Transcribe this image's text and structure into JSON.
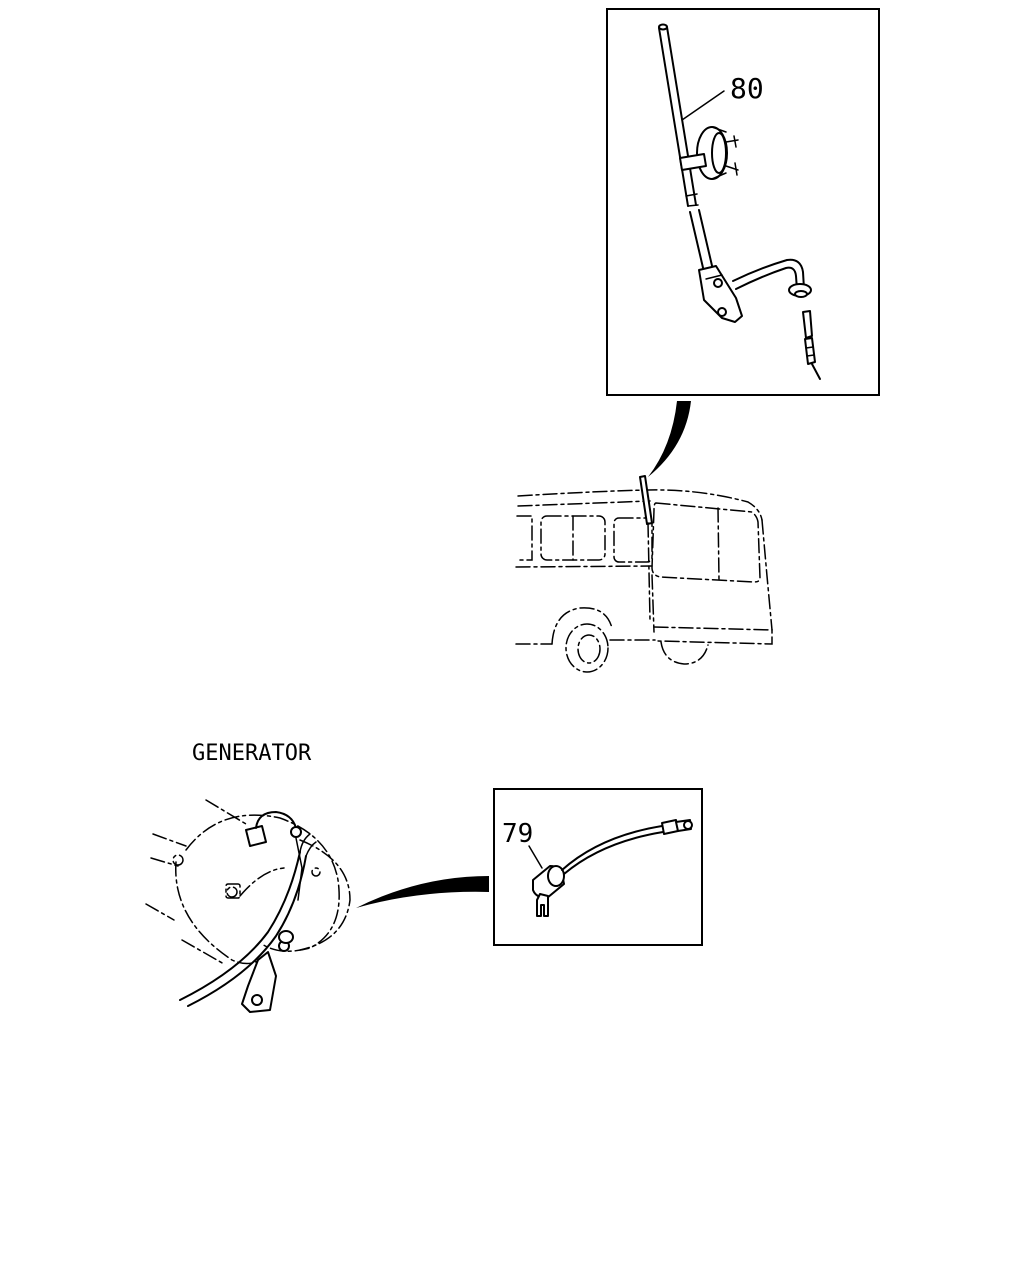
{
  "labels": {
    "antenna_part_number": "80",
    "generator_caption": "GENERATOR",
    "condenser_part_number": "79"
  }
}
